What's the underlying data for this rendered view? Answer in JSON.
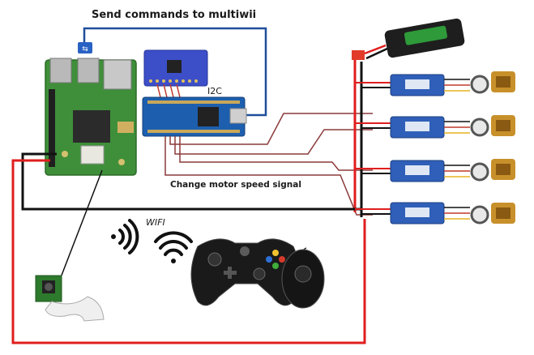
{
  "labels": {
    "send_commands": "Send commands to multiwii",
    "i2c": "I2C",
    "change_speed": "Change motor speed signal",
    "wifi": "WIFI"
  },
  "colors": {
    "usb_cable": "#1f4e9a",
    "power_red": "#e01e1e",
    "ground_black": "#111111",
    "signal_wire": "#8b3a3a",
    "rpi_board": "#3f8f3a",
    "arduino_board": "#1d5fae",
    "gyro_board": "#3c4fc8",
    "esc_body": "#2f5fb8",
    "motor_gold": "#c8902a",
    "battery_label": "#2e9a3a"
  },
  "icons": [
    "raspberry-pi-board",
    "usb-connector",
    "gyro-i2c-module",
    "arduino-nano-board",
    "lipo-battery",
    "esc-controller",
    "brushless-motor",
    "wifi-signal-icon",
    "xbox-controller",
    "wireless-receiver",
    "camera-module"
  ]
}
